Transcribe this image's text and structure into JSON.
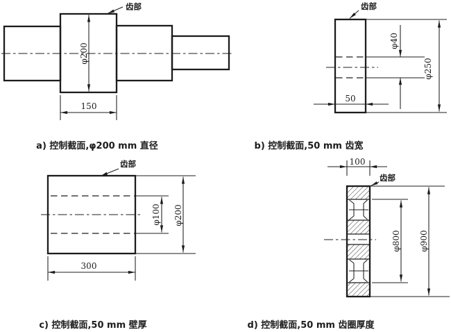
{
  "colors": {
    "ink": "#1c1c1c",
    "paper": "#ffffff"
  },
  "figures": {
    "a": {
      "caption": "a) 控制截面,φ200 mm 直径",
      "part_label": "齿部",
      "dims": {
        "gear_diameter": "φ200",
        "gear_width": "150"
      }
    },
    "b": {
      "caption": "b) 控制截面,50 mm 齿宽",
      "part_label": "齿部",
      "dims": {
        "bore_diameter": "φ40",
        "outer_diameter": "φ250",
        "face_width": "50"
      }
    },
    "c": {
      "caption": "c) 控制截面,50 mm 壁厚",
      "part_label": "齿部",
      "dims": {
        "bore_diameter": "φ100",
        "outer_diameter": "φ200",
        "length": "300"
      }
    },
    "d": {
      "caption": "d) 控制截面,50 mm 齿圈厚度",
      "part_label": "齿部",
      "dims": {
        "face_width": "100",
        "rim_inner_diameter": "φ800",
        "outer_diameter": "φ900"
      }
    }
  }
}
